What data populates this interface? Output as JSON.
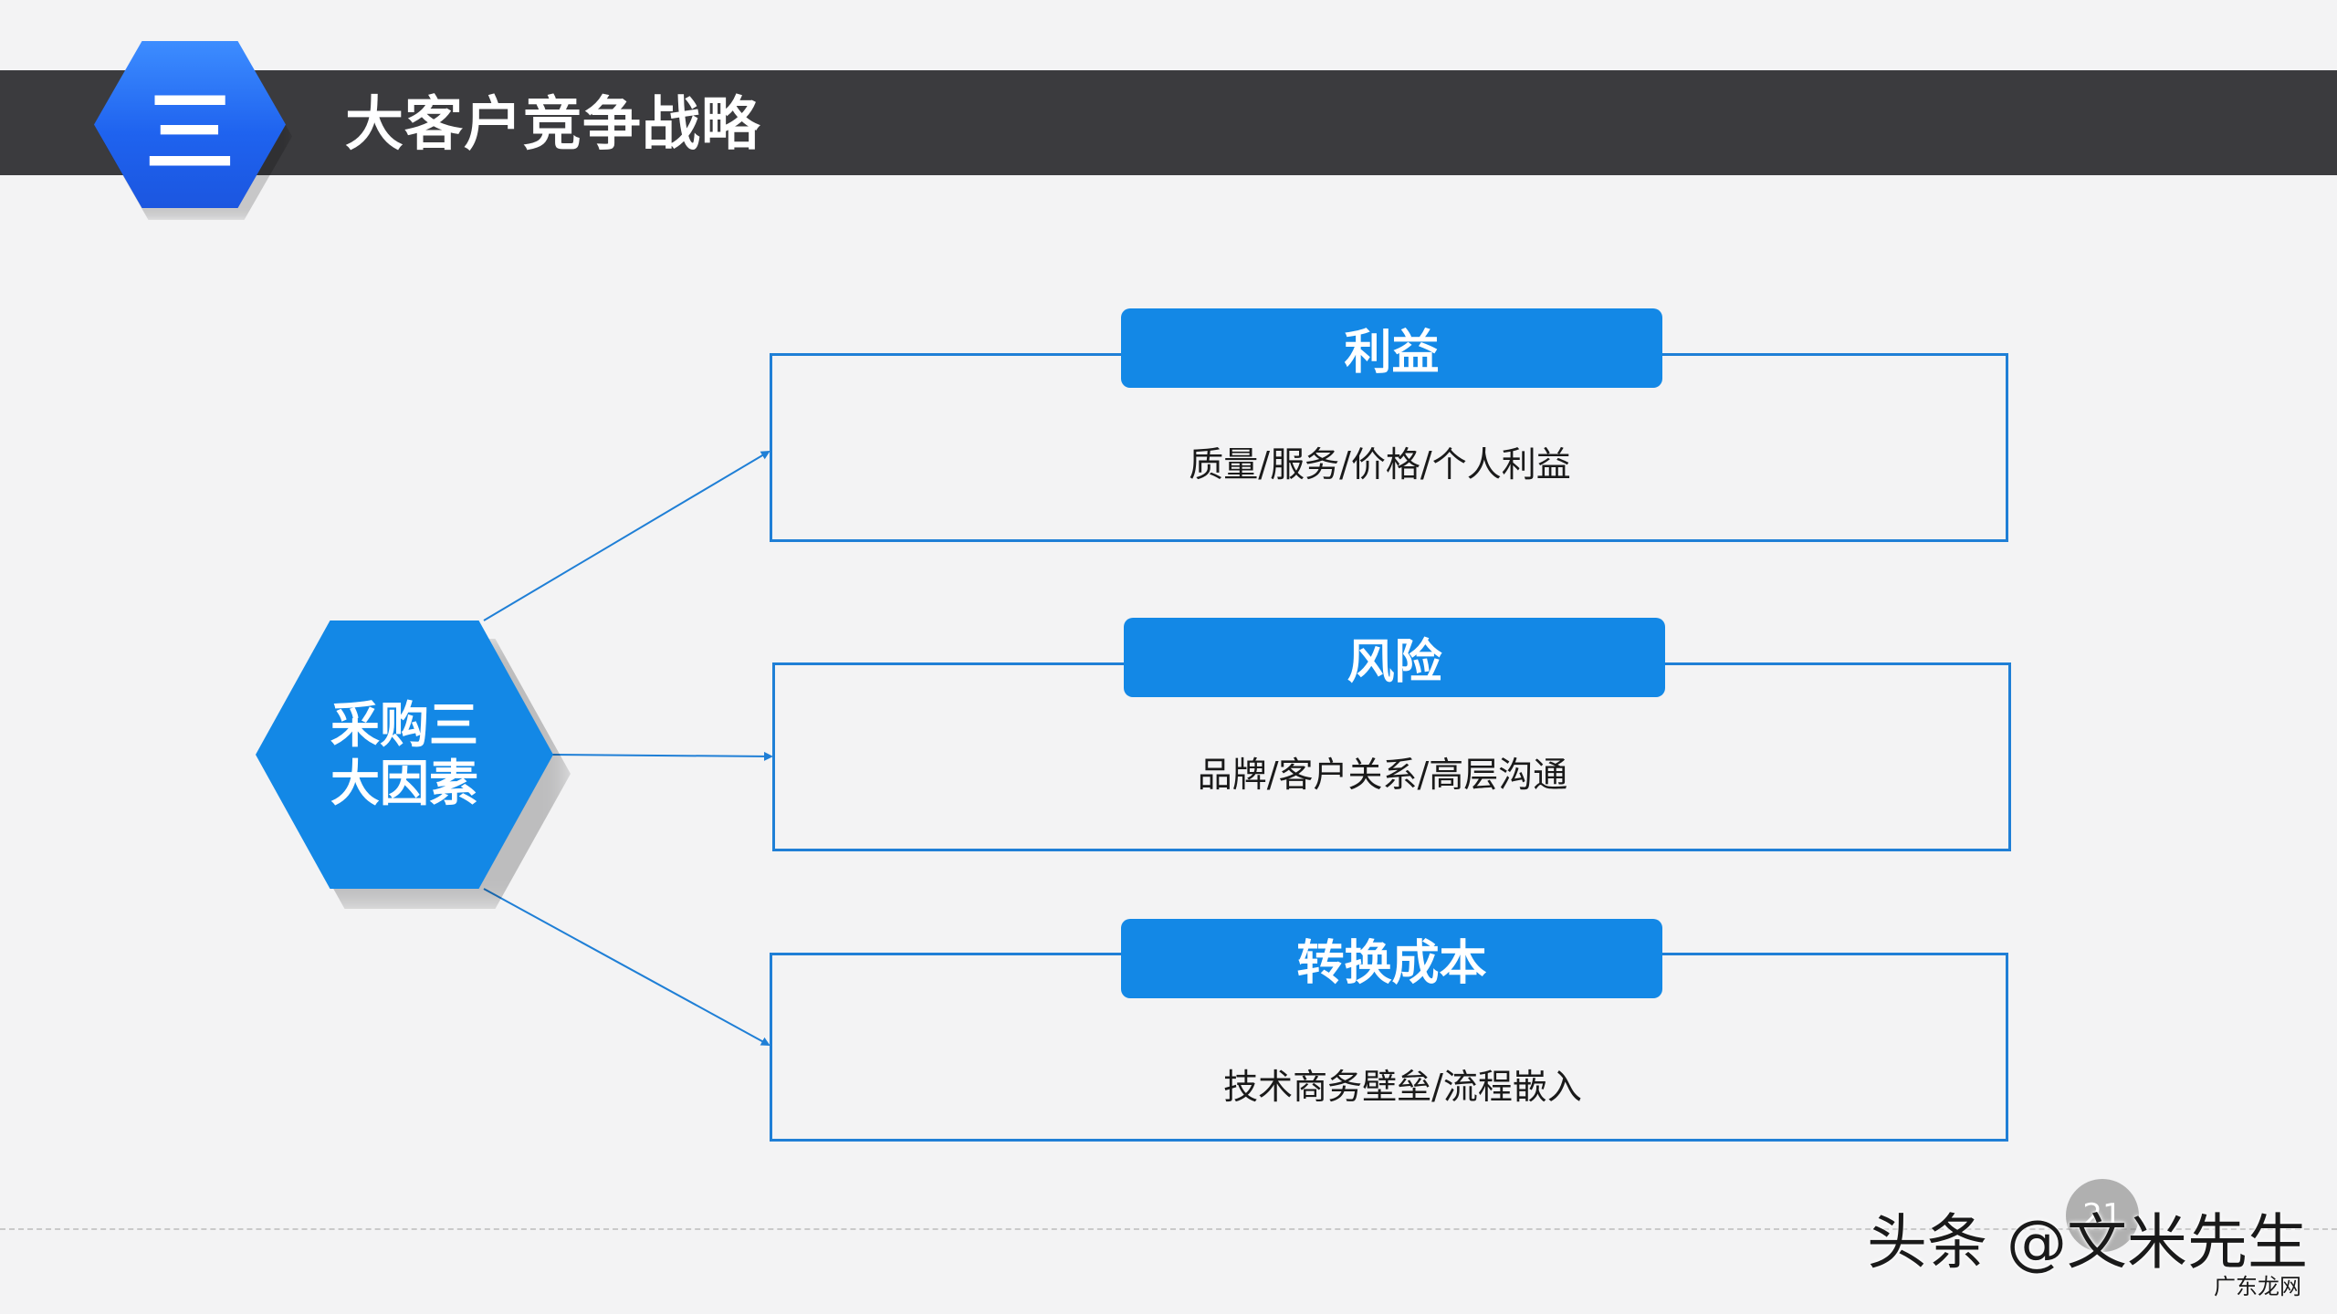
{
  "header": {
    "section_number": "三",
    "title": "大客户竞争战略"
  },
  "center": {
    "line1": "采购三",
    "line2": "大因素"
  },
  "factors": [
    {
      "title": "利益",
      "detail": "质量/服务/价格/个人利益"
    },
    {
      "title": "风险",
      "detail": "品牌/客户关系/高层沟通"
    },
    {
      "title": "转换成本",
      "detail": "技术商务壁垒/流程嵌入"
    }
  ],
  "footer": {
    "page_number": "21",
    "watermark": "头条 @文米先生",
    "watermark_sub": "广东龙网"
  },
  "colors": {
    "accent_blue": "#1388e6",
    "header_bar": "#3b3b3e",
    "box_border": "#1f7fd6",
    "background": "#f3f3f4"
  }
}
